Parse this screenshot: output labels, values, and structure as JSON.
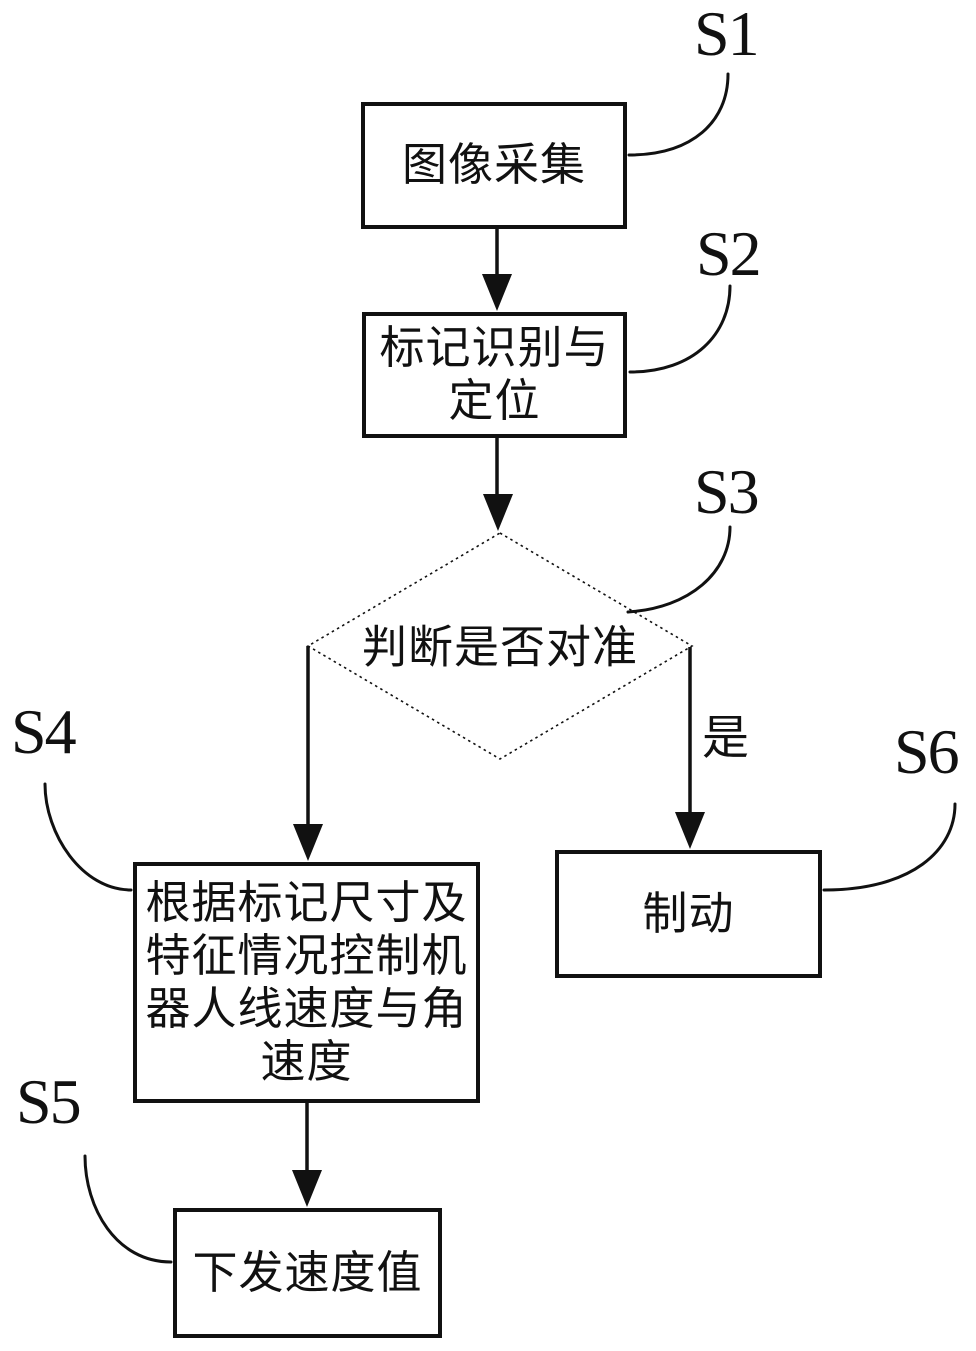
{
  "colors": {
    "background": "#ffffff",
    "ink": "#111111"
  },
  "diagram_type": "flowchart",
  "nodes": {
    "image_capture": {
      "step": "S1",
      "shape": "rect",
      "lines": [
        "图像采集"
      ]
    },
    "marker_recognition": {
      "step": "S2",
      "shape": "rect",
      "lines": [
        "标记识别与",
        "定位"
      ]
    },
    "alignment_decision": {
      "step": "S3",
      "shape": "diamond",
      "label": "判断是否对准"
    },
    "velocity_control": {
      "step": "S4",
      "shape": "rect",
      "lines": [
        "根据标记尺寸及",
        "特征情况控制机",
        "器人线速度与角",
        "速度"
      ]
    },
    "send_velocity": {
      "step": "S5",
      "shape": "rect",
      "lines": [
        "下发速度值"
      ]
    },
    "brake": {
      "step": "S6",
      "shape": "rect",
      "lines": [
        "制动"
      ]
    }
  },
  "edge_labels": {
    "yes": "是"
  }
}
